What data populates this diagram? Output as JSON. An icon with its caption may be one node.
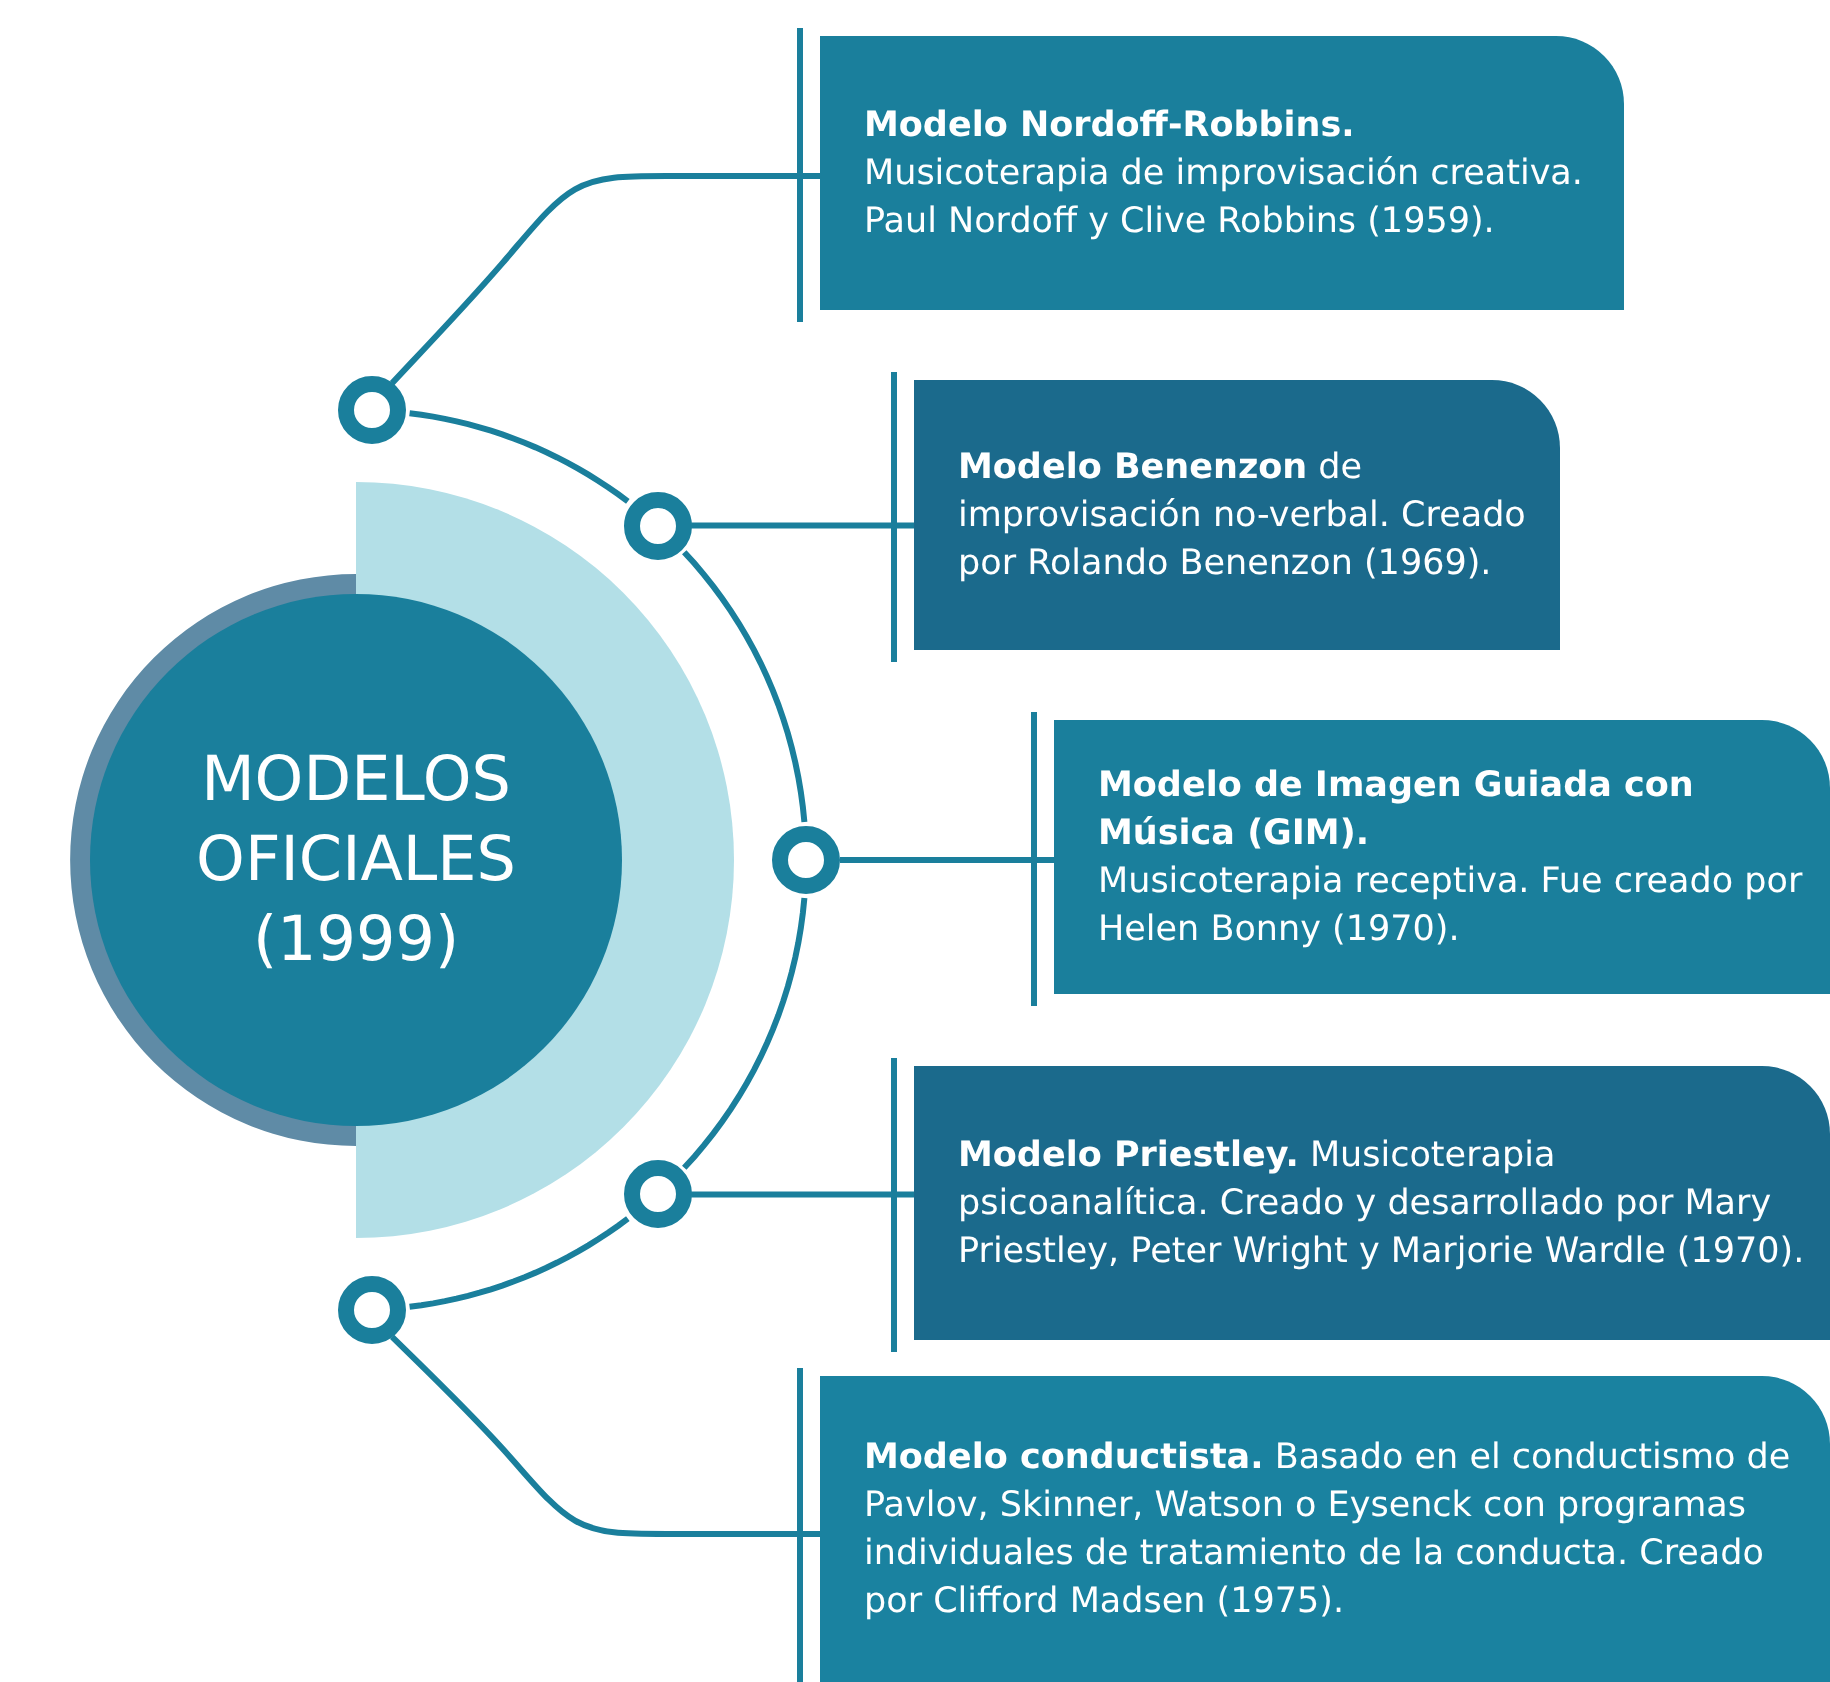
{
  "diagram": {
    "nodes": [
      {
        "text": [
          "MODELOS OFICIALES (1999)"
        ]
      },
      {
        "text": [],
        "shape": "circle"
      },
      {
        "text": [],
        "shape": "circle"
      },
      {
        "text": [],
        "shape": "circle"
      },
      {
        "text": [],
        "shape": "circle"
      },
      {
        "text": [],
        "shape": "circle"
      },
      {
        "text": [
          "**Modelo Nordoff-Robbins.** Musicoterapia de improvisación creativa. Paul Nordoff y Clive Robbins (1959)."
        ]
      },
      {
        "text": [
          "**Modelo Benenzon** de improvisación no-verbal. Creado por Rolando Benenzon (1969)."
        ]
      },
      {
        "text": [
          "Modelo de Imagen Guiada con Música (GIM).",
          "Musicoterapia receptiva. Fue creado por Helen Bonny (1970)."
        ]
      },
      {
        "text": [
          "**Modelo Priestley.** Musicoterapia psicoanalítica. Creado y desarrollado por Mary Priestley, Peter Wright y Marjorie Wardle (1970)."
        ]
      },
      {
        "text": [
          "**Modelo conductista.** Basado en el conductismo de Pavlov, Skinner, Watson o Eysenck con programas individuales de tratamiento de la conducta. Creado por Clifford Madsen (1975)."
        ]
      }
    ],
    "edges": [
      {
        "from": 1,
        "to": 2,
        "arrow": "none"
      },
      {
        "from": 2,
        "to": 3,
        "arrow": "none"
      },
      {
        "from": 3,
        "to": 4,
        "arrow": "none"
      },
      {
        "from": 4,
        "to": 5,
        "arrow": "none"
      },
      {
        "from": 1,
        "to": 6,
        "arrow": "none"
      },
      {
        "from": 2,
        "to": 7,
        "arrow": "none"
      },
      {
        "from": 3,
        "to": 8,
        "arrow": "none"
      },
      {
        "from": 4,
        "to": 9,
        "arrow": "none"
      },
      {
        "from": 5,
        "to": 10,
        "arrow": "none"
      }
    ]
  }
}
